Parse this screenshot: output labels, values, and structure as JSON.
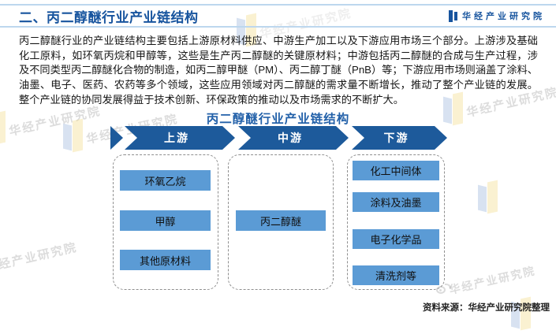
{
  "header": {
    "title": "二、丙二醇醚行业产业链结构",
    "logo_text": "华经产业研究院"
  },
  "intro": "丙二醇醚行业的产业链结构主要包括上游原材料供应、中游生产加工以及下游应用市场三个部分。上游涉及基础化工原料，如环氧丙烷和甲醇等，这些是生产丙二醇醚的关键原材料；中游包括丙二醇醚的合成与生产过程，涉及不同类型丙二醇醚化合物的制造，如丙二醇甲醚（PM）、丙二醇丁醚（PnB）等；下游应用市场则涵盖了涂料、油墨、电子、医药、农药等多个领域，这些应用领域对丙二醇醚的需求量不断增长，推动了整个产业链的发展。整个产业链的协同发展得益于技术创新、环保政策的推动以及市场需求的不断扩大。",
  "diagram": {
    "title": "丙二醇醚行业产业链结构",
    "stages": [
      {
        "label": "上游",
        "items": [
          "环氧乙烷",
          "甲醇",
          "其他原材料"
        ]
      },
      {
        "label": "中游",
        "items": [
          "丙二醇醚"
        ]
      },
      {
        "label": "下游",
        "items": [
          "化工中间体",
          "涂料及油墨",
          "电子化学品",
          "清洗剂等"
        ]
      }
    ]
  },
  "footer": {
    "source": "资料来源：华经产业研究院整理"
  },
  "watermark": {
    "text": "华经产业研究院"
  },
  "colors": {
    "dark_blue": "#1D5A9B",
    "box_blue": "#5B9BD5",
    "title_blue": "#17549E",
    "rule_blue": "#BDD7EE"
  }
}
